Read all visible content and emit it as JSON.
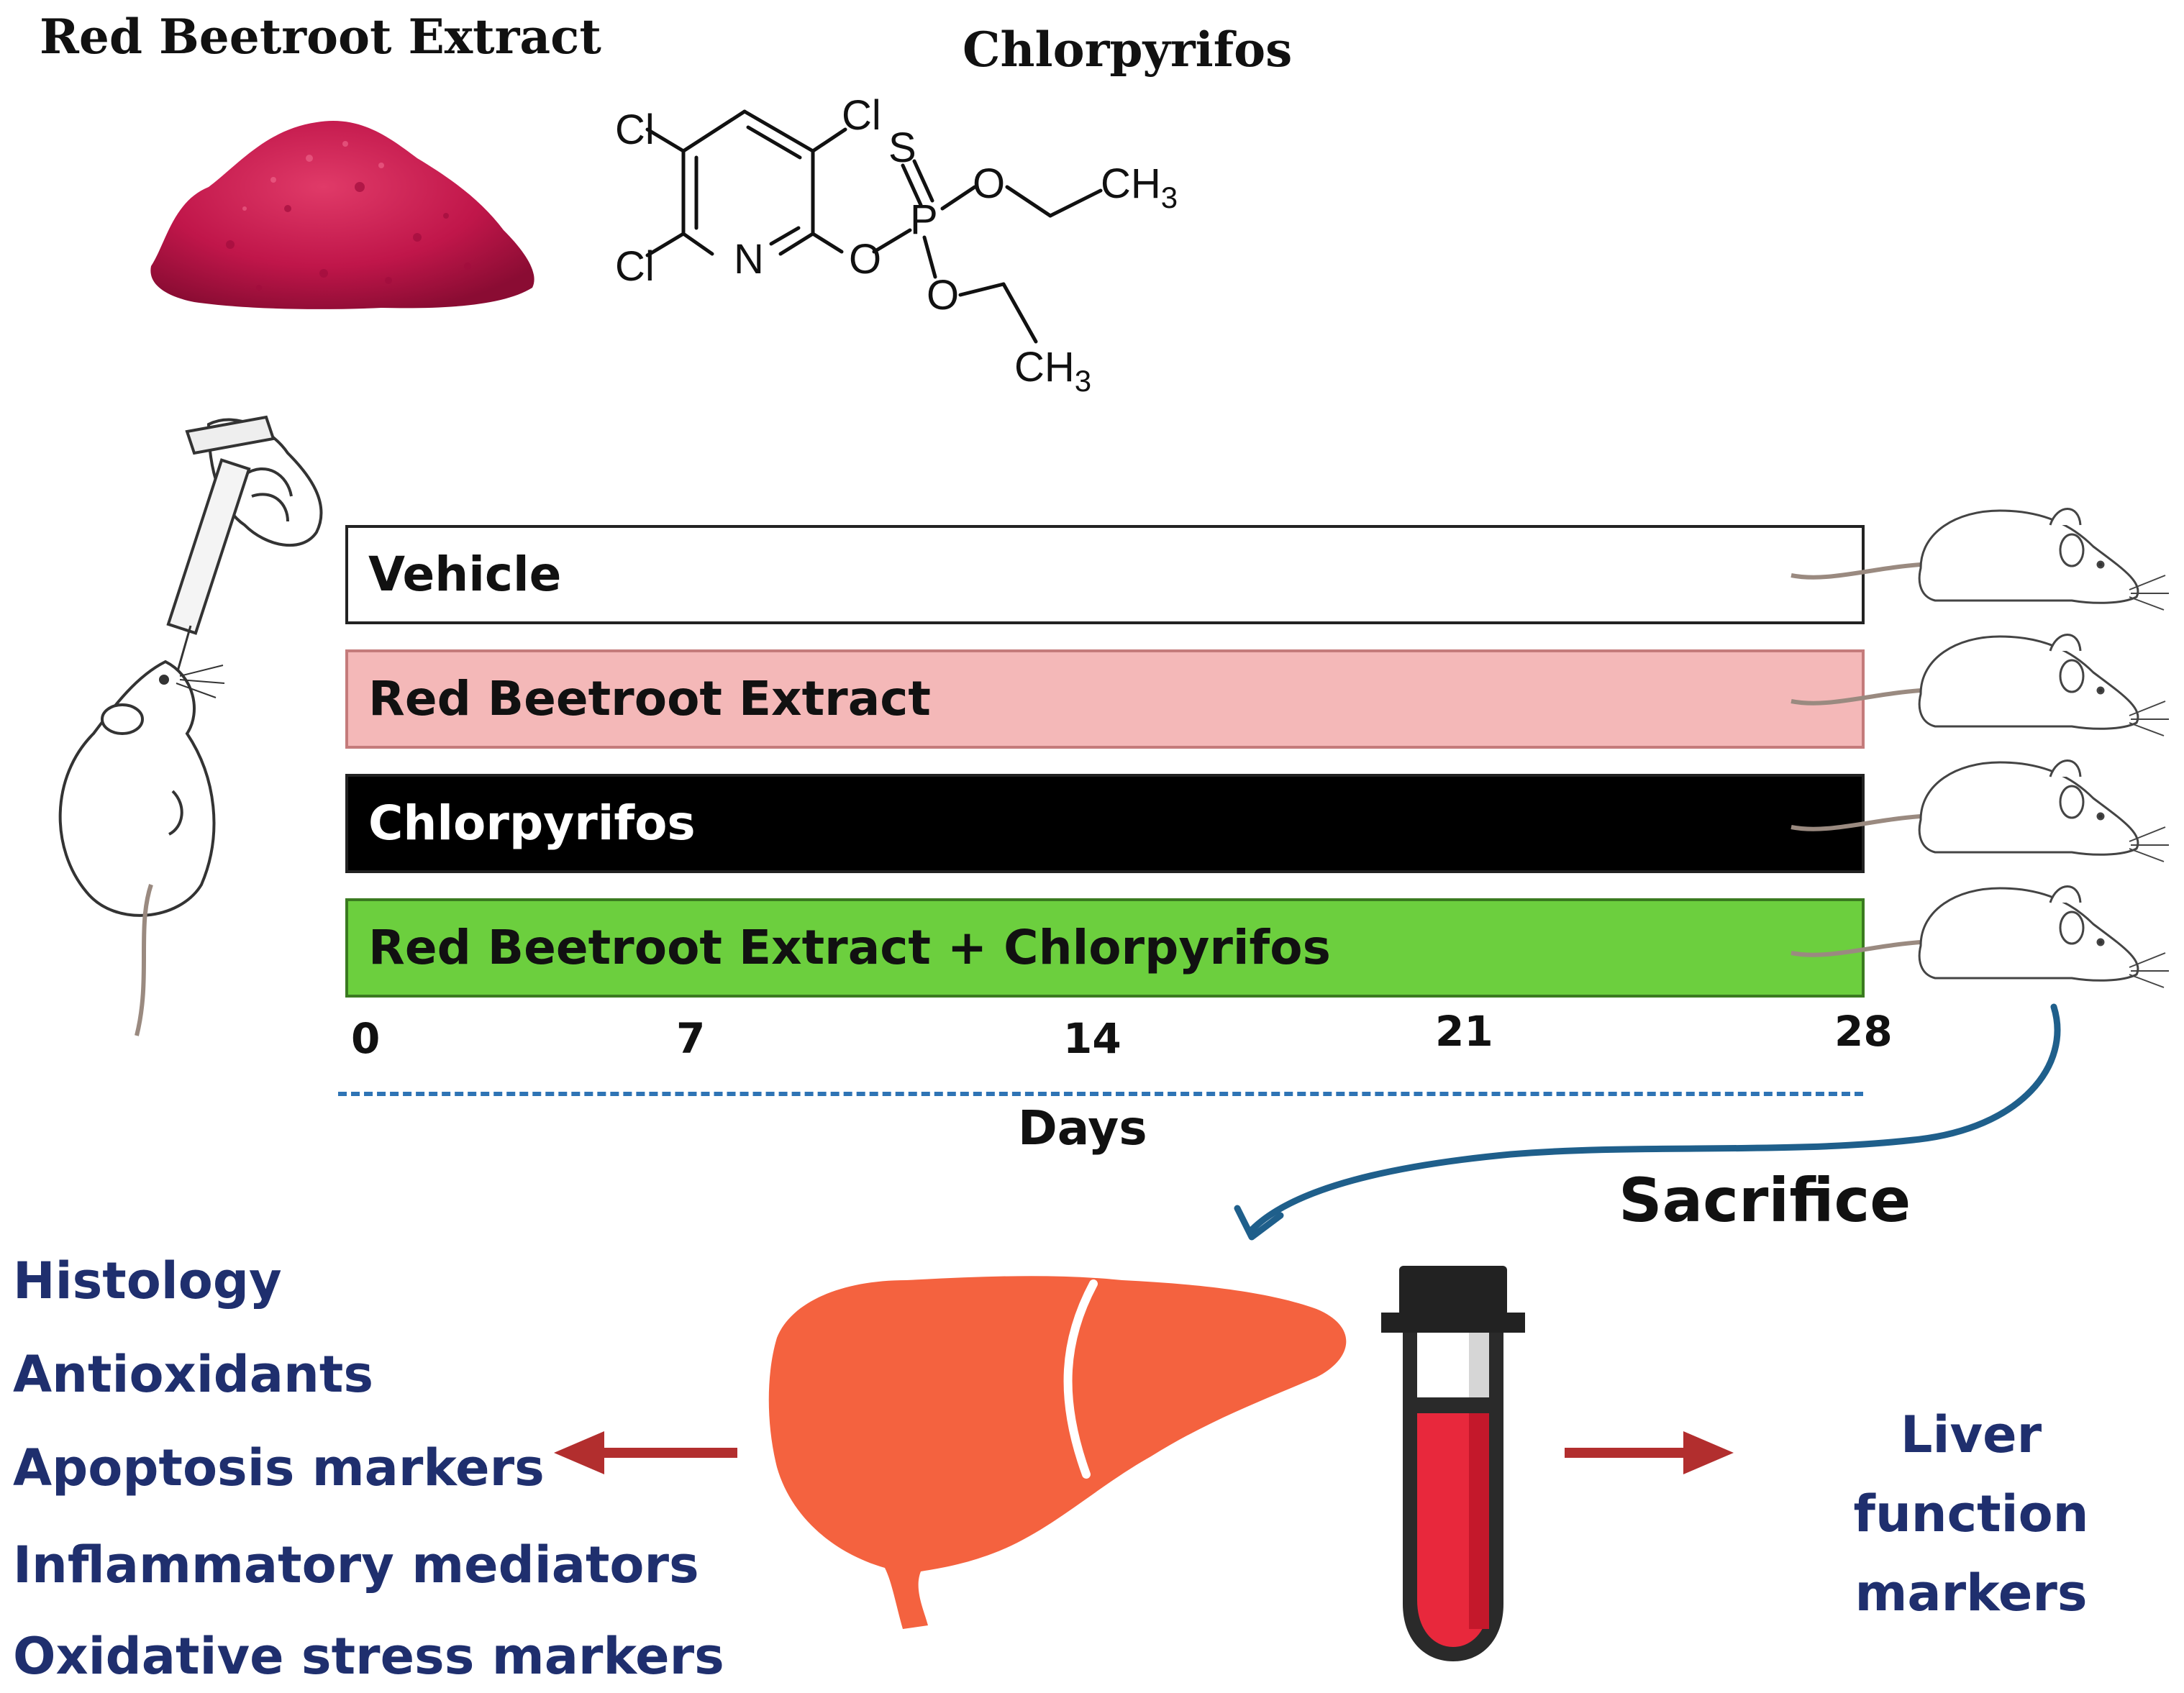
{
  "header": {
    "beetroot_title": "Red Beetroot Extract",
    "chlorpyrifos_title": "Chlorpyrifos"
  },
  "structure": {
    "atoms": {
      "cl1": "Cl",
      "cl2": "Cl",
      "cl3": "Cl",
      "n": "N",
      "s": "S",
      "p": "P",
      "o1": "O",
      "o2": "O",
      "o3": "O",
      "ch3a": "CH",
      "ch3b": "CH",
      "sub3": "3"
    }
  },
  "groups": [
    {
      "label": "Vehicle",
      "color": "#ffffff",
      "text_color": "#111111"
    },
    {
      "label": "Red Beetroot Extract",
      "color": "#f4b8b8",
      "text_color": "#111111"
    },
    {
      "label": "Chlorpyrifos",
      "color": "#000000",
      "text_color": "#ffffff"
    },
    {
      "label": "Red Beetroot Extract + Chlorpyrifos",
      "color": "#6ccf3e",
      "text_color": "#111111"
    }
  ],
  "timeline": {
    "days": [
      "0",
      "7",
      "14",
      "21",
      "28"
    ],
    "axis_label": "Days",
    "line_color": "#2e74b5"
  },
  "sacrifice_label": "Sacrifice",
  "liver_markers": [
    "Histology",
    "Antioxidants",
    "Apoptosis markers",
    "Inflammatory mediators",
    "Oxidative stress markers"
  ],
  "blood_markers": {
    "line1": "Liver function",
    "line2": "markers"
  },
  "colors": {
    "marker_text": "#1f2f6e",
    "arrow_red": "#b22e2e",
    "curve_blue": "#1f5f8b",
    "liver": "#f4623f",
    "blood": "#e8283c",
    "powder": "#c0164a"
  }
}
